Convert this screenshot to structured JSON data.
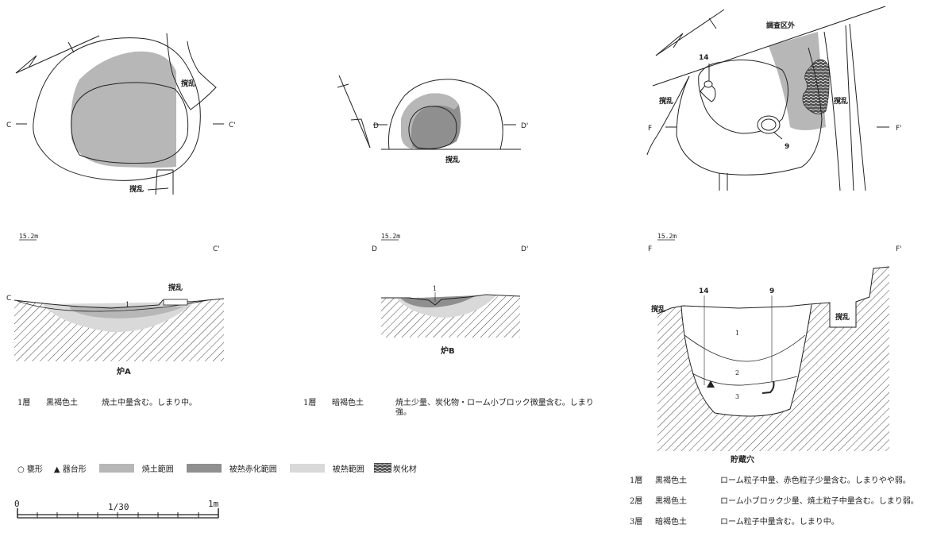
{
  "colors": {
    "burnt_soil": "#b7b7b7",
    "heated_red": "#8f8f8f",
    "heated": "#d9d9d9",
    "line": "#222222",
    "hatch": "#444444"
  },
  "plan_labels": {
    "disturbance": "撹乱",
    "outside_survey": "調査区外",
    "c": "C",
    "c_prime": "C'",
    "d": "D",
    "d_prime": "D'",
    "f": "F",
    "f_prime": "F'",
    "artifact_14": "14",
    "artifact_9": "9"
  },
  "section_labels": {
    "elevation": "15.2m",
    "layer1": "1",
    "layer2": "2",
    "layer3": "3"
  },
  "titles": {
    "hearth_a": "炉A",
    "hearth_b": "炉B",
    "storage_pit": "貯蔵穴"
  },
  "descriptions": {
    "hearth_a": [
      {
        "layer": "1層",
        "soil": "黒褐色土",
        "text": "焼土中量含む。しまり中。"
      }
    ],
    "hearth_b": [
      {
        "layer": "1層",
        "soil": "暗褐色土",
        "text": "焼土少量、炭化物・ローム小ブロック微量含む。しまり強。"
      }
    ],
    "storage_pit": [
      {
        "layer": "1層",
        "soil": "黒褐色土",
        "text": "ローム粒子中量、赤色粒子少量含む。しまりやや弱。"
      },
      {
        "layer": "2層",
        "soil": "黒褐色土",
        "text": "ローム小ブロック少量、焼土粒子中量含む。しまり弱。"
      },
      {
        "layer": "3層",
        "soil": "暗褐色土",
        "text": "ローム粒子中量含む。しまり中。"
      }
    ]
  },
  "legend": {
    "jar": "○ 甕形",
    "pedestal": "▲ 器台形",
    "burnt_soil": "焼土範囲",
    "heated_red": "被熱赤化範囲",
    "heated": "被熱範囲",
    "charcoal": "炭化材"
  },
  "scale": {
    "zero": "0",
    "ratio": "1/30",
    "one_m": "1m"
  }
}
